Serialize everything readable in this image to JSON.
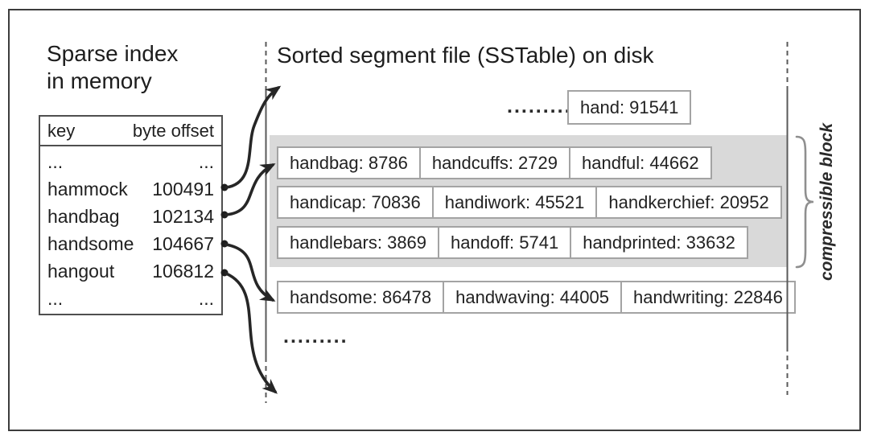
{
  "left": {
    "title_line1": "Sparse index",
    "title_line2": "in memory",
    "index_table": {
      "col_key": "key",
      "col_offset": "byte offset",
      "rows": [
        {
          "key": "...",
          "offset": "..."
        },
        {
          "key": "hammock",
          "offset": "100491"
        },
        {
          "key": "handbag",
          "offset": "102134"
        },
        {
          "key": "handsome",
          "offset": "104667"
        },
        {
          "key": "hangout",
          "offset": "106812"
        },
        {
          "key": "...",
          "offset": "..."
        }
      ]
    }
  },
  "right": {
    "title": "Sorted segment file (SSTable) on disk",
    "ellipsis_top": ".........",
    "ellipsis_bottom": ".........",
    "hand_entry": "hand: 91541",
    "block_rows": [
      [
        "handbag: 8786",
        "handcuffs: 2729",
        "handful: 44662"
      ],
      [
        "handicap: 70836",
        "handiwork: 45521",
        "handkerchief: 20952"
      ],
      [
        "handlebars: 3869",
        "handoff: 5741",
        "handprinted: 33632"
      ]
    ],
    "row_after_block": [
      "handsome: 86478",
      "handwaving: 44005",
      "handwriting: 22846"
    ],
    "brace_label": "compressible block"
  },
  "colors": {
    "compressible_block_bg": "#d9d9d9",
    "box_border": "#a3a3a3",
    "table_border": "#4f4f4f",
    "arrow": "#262626",
    "boundary_line": "#5a5a5a",
    "brace": "#8f8f8f"
  }
}
